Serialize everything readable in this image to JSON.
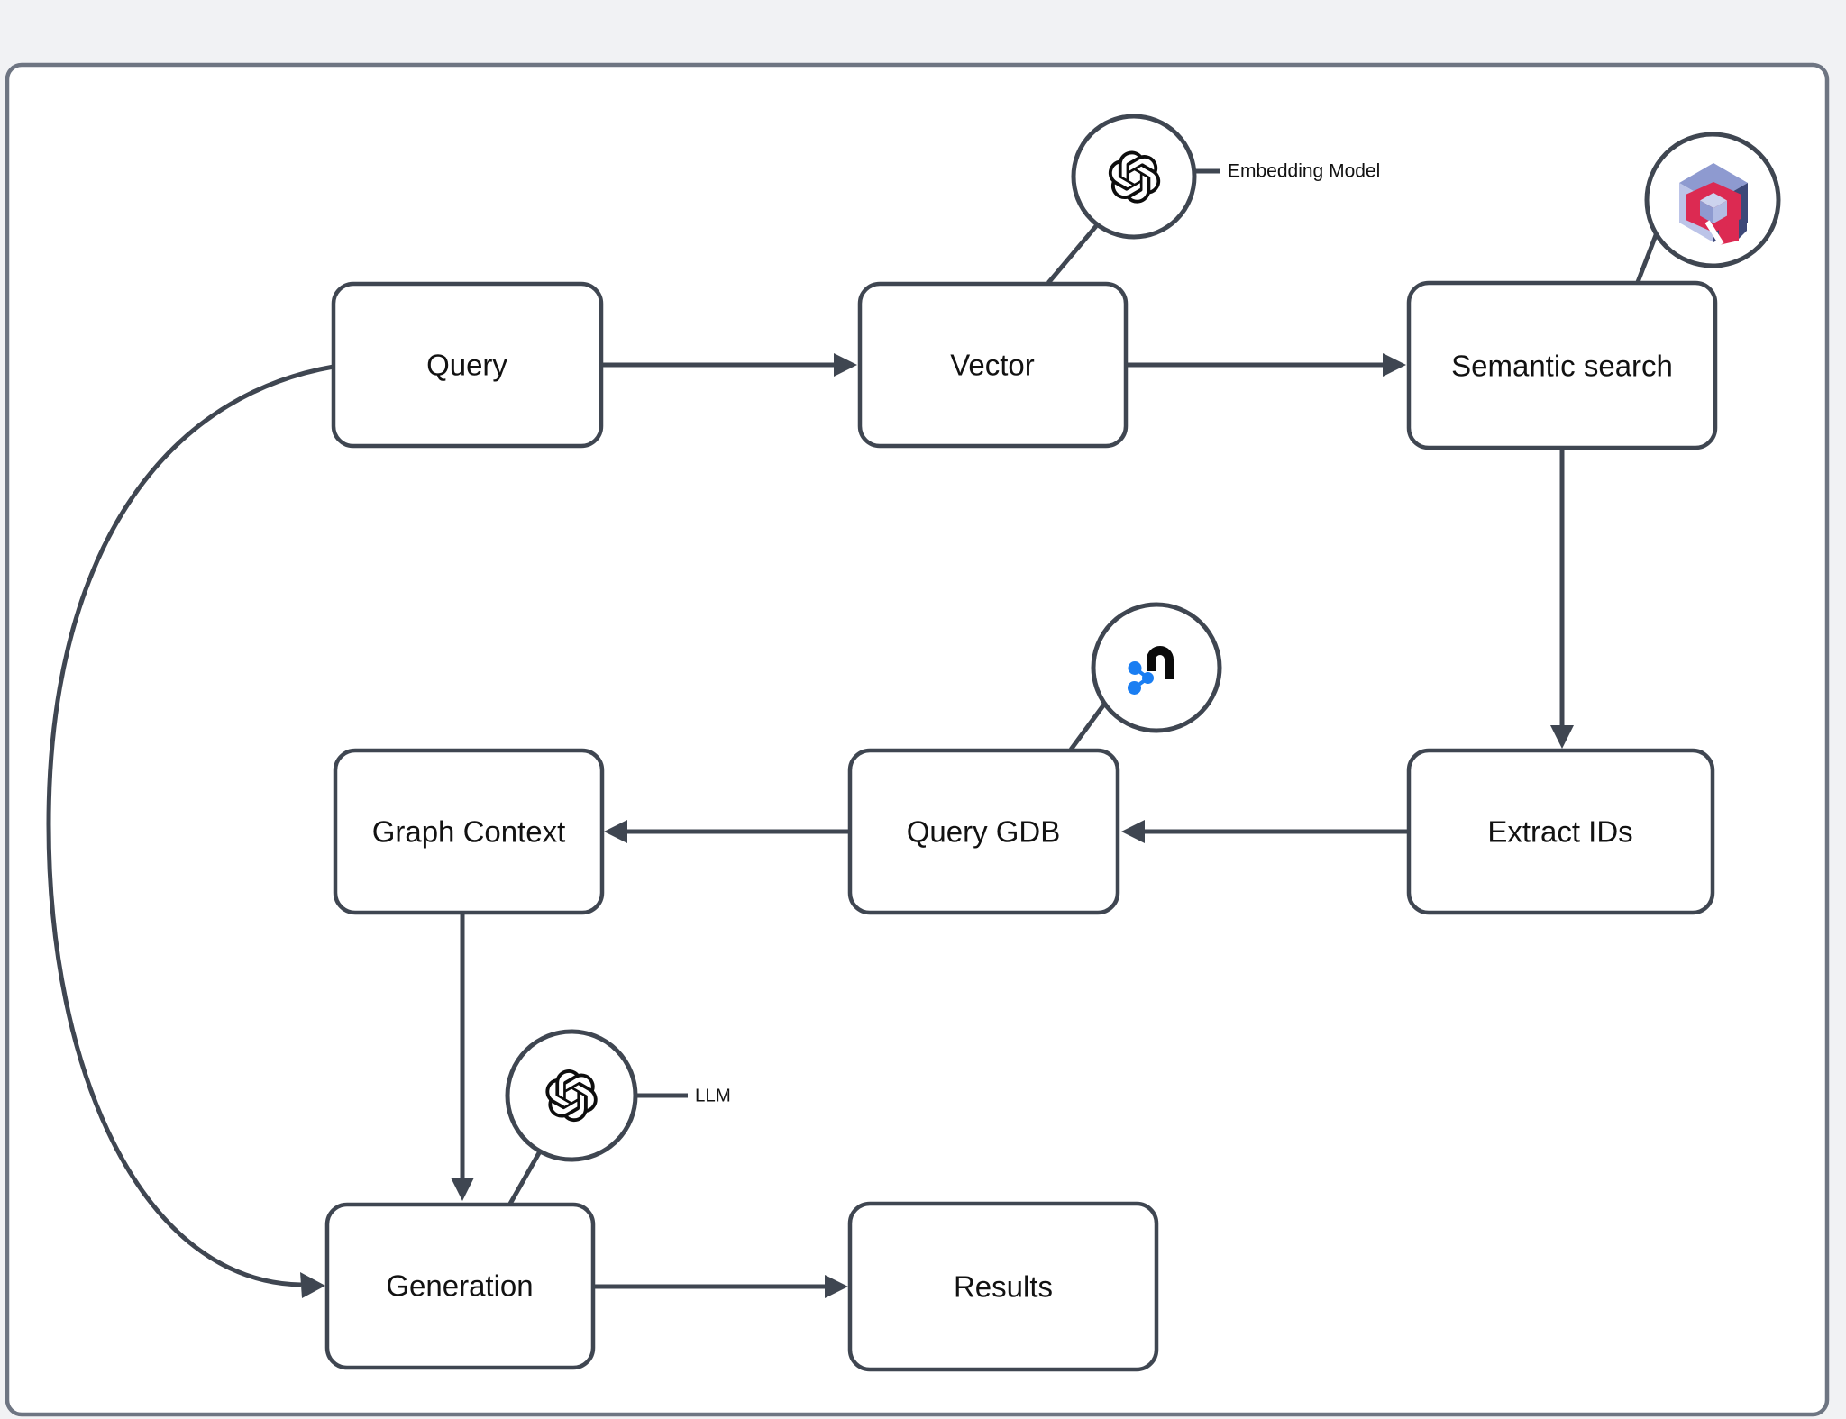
{
  "canvas": {
    "background_color": "#f1f2f4",
    "surface_color": "#ffffff",
    "frame_border_color": "#6e7582",
    "line_color": "#3f4651",
    "text_color": "#121212"
  },
  "nodes": {
    "query": {
      "label": "Query"
    },
    "vector": {
      "label": "Vector"
    },
    "semantic_search": {
      "label": "Semantic search"
    },
    "extract_ids": {
      "label": "Extract IDs"
    },
    "query_gdb": {
      "label": "Query GDB"
    },
    "graph_context": {
      "label": "Graph Context"
    },
    "generation": {
      "label": "Generation"
    },
    "results": {
      "label": "Results"
    }
  },
  "annotations": {
    "embedding_model": {
      "label": "Embedding Model",
      "icon": "openai-logo",
      "attached_to": "Vector"
    },
    "vector_db": {
      "icon": "qdrant-logo",
      "attached_to": "Semantic search"
    },
    "graph_db": {
      "icon": "neo4j-logo",
      "attached_to": "Query GDB"
    },
    "llm": {
      "label": "LLM",
      "icon": "openai-logo",
      "attached_to": "Generation"
    }
  },
  "edges": [
    {
      "from": "Query",
      "to": "Vector"
    },
    {
      "from": "Vector",
      "to": "Semantic search"
    },
    {
      "from": "Semantic search",
      "to": "Extract IDs"
    },
    {
      "from": "Extract IDs",
      "to": "Query GDB"
    },
    {
      "from": "Query GDB",
      "to": "Graph Context"
    },
    {
      "from": "Graph Context",
      "to": "Generation"
    },
    {
      "from": "Query",
      "to": "Generation"
    },
    {
      "from": "Generation",
      "to": "Results"
    }
  ],
  "icon_colors": {
    "openai_black": "#0d0d0d",
    "neo4j_blue": "#1a7ef2",
    "qdrant_crimson": "#dc2a52",
    "qdrant_dark_red": "#9e1c42",
    "qdrant_navy": "#3d4878",
    "qdrant_periwinkle": "#8e9ad0",
    "qdrant_lavender": "#bcc4e8"
  }
}
